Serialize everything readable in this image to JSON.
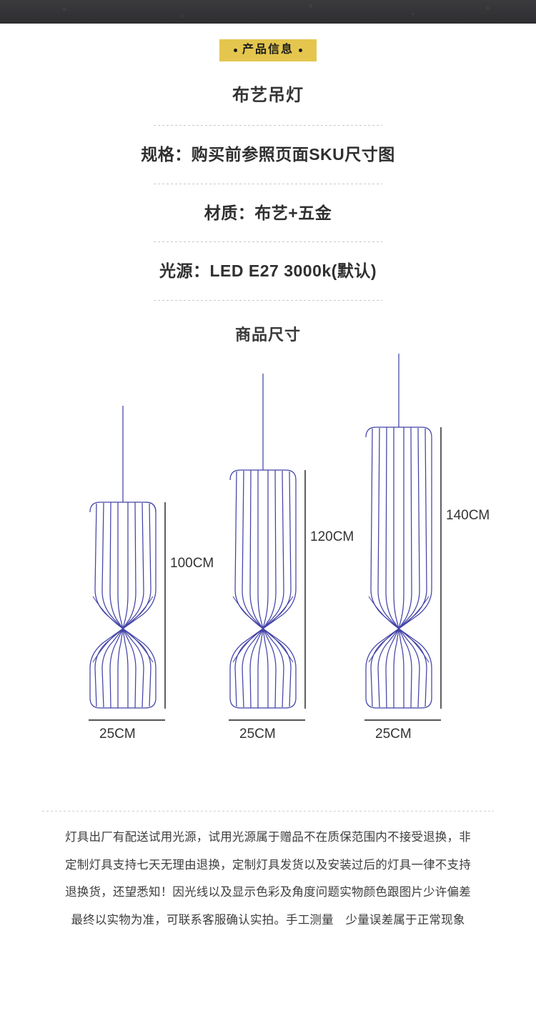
{
  "banner": {
    "badge_label": "产品信息",
    "left_dot_icon": "bullet-dot-icon",
    "right_dot_icon": "bullet-dot-icon",
    "badge_bg_color": "#e4c64e",
    "top_strip_color": "#343437"
  },
  "specs": {
    "product_title": "布艺吊灯",
    "rows": [
      {
        "text": "规格：购买前参照页面SKU尺寸图"
      },
      {
        "text": "材质：布艺+五金"
      },
      {
        "text": "光源：LED E27 3000k(默认)"
      }
    ],
    "dimensions_heading": "商品尺寸"
  },
  "diagram": {
    "line_color": "#4343a8",
    "label_color": "#333333",
    "lamps": [
      {
        "name": "lamp-small",
        "height_label": "100CM",
        "width_label": "25CM"
      },
      {
        "name": "lamp-medium",
        "height_label": "120CM",
        "width_label": "25CM"
      },
      {
        "name": "lamp-large",
        "height_label": "140CM",
        "width_label": "25CM"
      }
    ]
  },
  "note": {
    "lines": [
      "灯具出厂有配送试用光源，试用光源属于赠品不在质保范围内不接受退换，非",
      "定制灯具支持七天无理由退换，定制灯具发货以及安装过后的灯具一律不支持",
      "退换货，还望悉知！因光线以及显示色彩及角度问题实物颜色跟图片少许偏差",
      "最终以实物为准，可联系客服确认实拍。手工测量　少量误差属于正常现象"
    ]
  }
}
